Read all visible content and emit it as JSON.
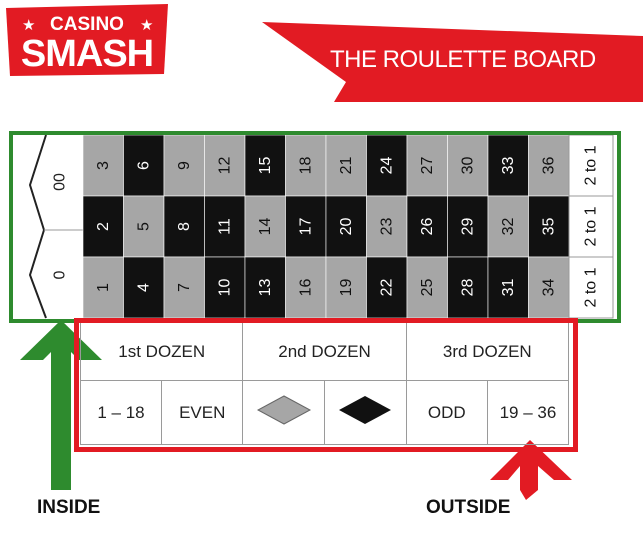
{
  "logo": {
    "line1": "CASINO",
    "line2": "SMASH",
    "star": "★"
  },
  "banner": {
    "title": "THE ROULETTE BOARD"
  },
  "board": {
    "zeros": [
      "00",
      "0"
    ],
    "rows": [
      [
        3,
        6,
        9,
        12,
        15,
        18,
        21,
        24,
        27,
        30,
        33,
        36
      ],
      [
        2,
        5,
        8,
        11,
        14,
        17,
        20,
        23,
        26,
        29,
        32,
        35
      ],
      [
        1,
        4,
        7,
        10,
        13,
        16,
        19,
        22,
        25,
        28,
        31,
        34
      ]
    ],
    "black_numbers": [
      6,
      15,
      24,
      33,
      2,
      8,
      11,
      17,
      20,
      26,
      29,
      35,
      4,
      10,
      13,
      22,
      28,
      31
    ],
    "column_bet_label": "2 to 1"
  },
  "outside": {
    "dozens": [
      "1st DOZEN",
      "2nd DOZEN",
      "3rd DOZEN"
    ],
    "bets": [
      "1 – 18",
      "EVEN",
      "red-diamond-icon",
      "black-diamond-icon",
      "ODD",
      "19 – 36"
    ]
  },
  "labels": {
    "inside": "INSIDE",
    "outside": "OUTSIDE"
  },
  "colors": {
    "brand_red": "#e21b23",
    "inside_green": "#2e8b2e",
    "cell_black": "#111111",
    "cell_gray": "#a6a6a6"
  }
}
